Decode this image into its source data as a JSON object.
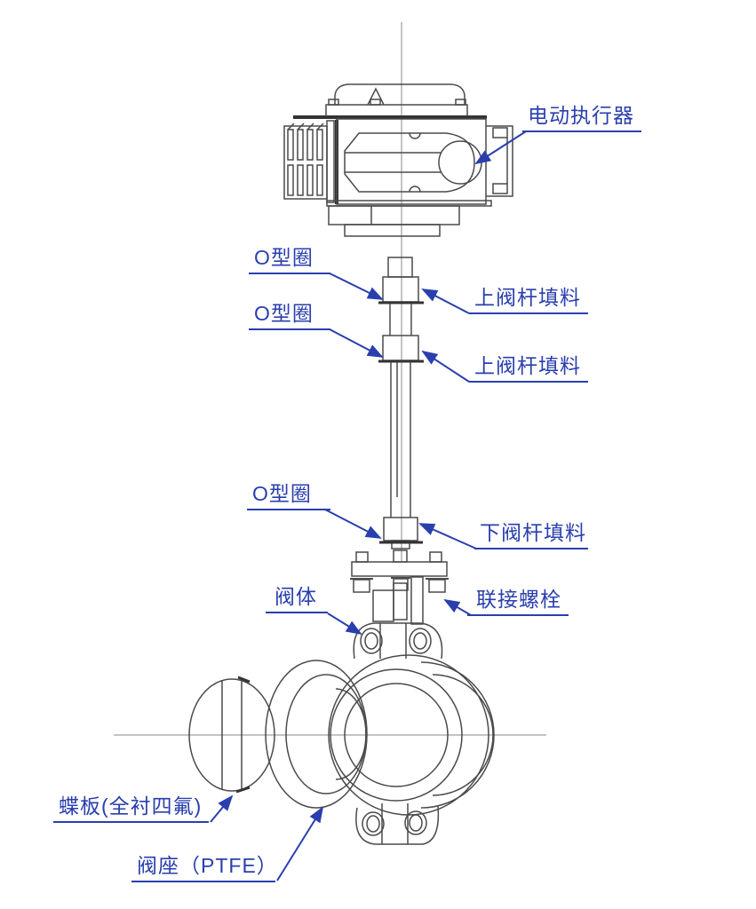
{
  "colors": {
    "label_blue": "#2a3fae",
    "line_gray": "#4a4a4a",
    "line_dark": "#333333",
    "background": "#ffffff"
  },
  "labels": {
    "actuator": "电动执行器",
    "o_ring_1": "O型圈",
    "upper_stem_packing_1": "上阀杆填料",
    "o_ring_2": "O型圈",
    "upper_stem_packing_2": "上阀杆填料",
    "o_ring_3": "O型圈",
    "lower_stem_packing": "下阀杆填料",
    "valve_body": "阀体",
    "connecting_bolts": "联接螺栓",
    "butterfly_disc": "蝶板(全衬四氟)",
    "valve_seat": "阀座（PTFE）"
  }
}
